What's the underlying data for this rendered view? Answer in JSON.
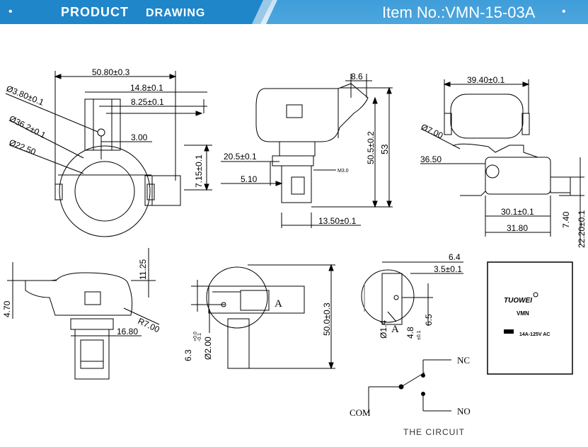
{
  "header": {
    "left_title_a": "PRODUCT",
    "left_title_b": "DRAWING",
    "item_no": "Item No.:VMN-15-03A",
    "bullet": "•",
    "colors": {
      "banner_light": "#aed4ee",
      "banner_dark": "#1b80c4"
    }
  },
  "dimensions": {
    "front_width": "50.80±0.3",
    "d380": "Ø3.80±0.1",
    "d362": "Ø36.2±0.1",
    "d2250": "Ø22.50",
    "w148": "14.8±0.1",
    "w825": "8.25±0.1",
    "w300": "3.00",
    "h715": "7.15±0.1",
    "w86": "8.6",
    "w205": "20.5±0.1",
    "w510": "5.10",
    "thread": "M3.0",
    "h505": "50.5±0.2",
    "h53": "53",
    "w1350": "13.50±0.1",
    "w3940": "39.40±0.1",
    "r700": "Ø7.00",
    "w3650": "36.50",
    "w3010": "30.1±0.1",
    "w3180": "31.80",
    "h740": "7.40",
    "h2220": "22.20±0.1",
    "h1125": "11.25",
    "h470": "4.70",
    "r7": "R7.00",
    "w1680": "16.80",
    "h63": "6.3",
    "tol_plus": "+0.0",
    "tol_minus": "-0.1",
    "d200": "Ø2.00",
    "h500": "50.0±0.3",
    "w64": "6.4",
    "w35": "3.5±0.1",
    "h65": "6.5",
    "h48": "4.8",
    "tol48": "±0.1",
    "d14": "Ø1.4",
    "mark_a": "A"
  },
  "label_plate": {
    "brand": "TUOWEI",
    "model": "VMN",
    "rating": "14A-125V AC"
  },
  "circuit": {
    "nc": "NC",
    "com": "COM",
    "no": "NO",
    "caption": "THE CIRCUIT"
  }
}
